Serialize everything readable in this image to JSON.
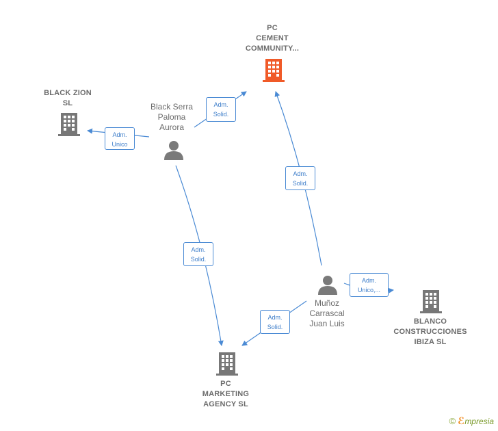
{
  "colors": {
    "company_main": "#f05a28",
    "company": "#777777",
    "person": "#7a7a7a",
    "edge": "#4a8ad4"
  },
  "nodes": {
    "pc_cement": {
      "label": "PC\nCEMENT\nCOMMUNITY...",
      "icon": "building-icon"
    },
    "black_zion": {
      "label": "BLACK ZION\nSL",
      "icon": "building-icon"
    },
    "black_serra": {
      "label": "Black Serra\nPaloma\nAurora",
      "icon": "person-icon"
    },
    "munoz": {
      "label": "Muñoz\nCarrascal\nJuan Luis",
      "icon": "person-icon"
    },
    "blanco": {
      "label": "BLANCO\nCONSTRUCCIONES\nIBIZA SL",
      "icon": "building-icon"
    },
    "pc_marketing": {
      "label": "PC\nMARKETING\nAGENCY  SL",
      "icon": "building-icon"
    }
  },
  "edges": {
    "serra_cement": "Adm.\nSolid.",
    "serra_zion": "Adm.\nUnico",
    "serra_marketing": "Adm.\nSolid.",
    "munoz_cement": "Adm.\nSolid.",
    "munoz_blanco": "Adm.\nUnico,...",
    "munoz_marketing": "Adm.\nSolid."
  },
  "brand": {
    "copyright": "©",
    "e": "ℰ",
    "name": "mpresia"
  }
}
